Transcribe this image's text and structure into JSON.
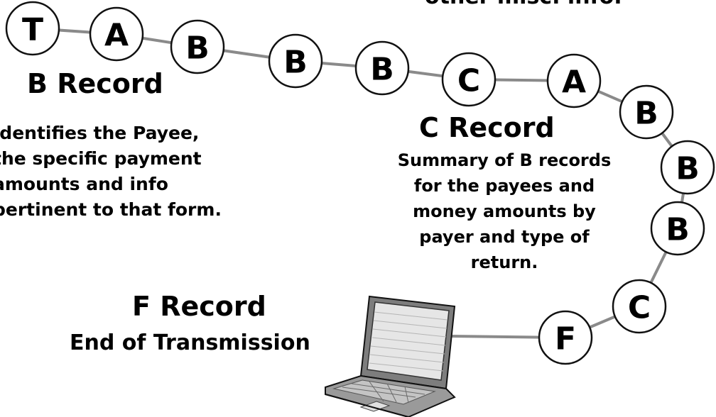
{
  "top_partial_text": "other misc. info.",
  "nodes": [
    {
      "id": "n1",
      "label": "T"
    },
    {
      "id": "n2",
      "label": "A"
    },
    {
      "id": "n3",
      "label": "B"
    },
    {
      "id": "n4",
      "label": "B"
    },
    {
      "id": "n5",
      "label": "B"
    },
    {
      "id": "n6",
      "label": "C"
    },
    {
      "id": "n7",
      "label": "A"
    },
    {
      "id": "n8",
      "label": "B"
    },
    {
      "id": "n9",
      "label": "B"
    },
    {
      "id": "n10",
      "label": "B"
    },
    {
      "id": "n11",
      "label": "C"
    },
    {
      "id": "n12",
      "label": "F"
    }
  ],
  "b_record": {
    "title": "B Record",
    "lines": [
      "Identifies the Payee,",
      "the specific payment",
      "amounts and info",
      "pertinent to that form."
    ]
  },
  "c_record": {
    "title": "C Record",
    "lines": [
      "Summary of B records",
      "for the payees and",
      "money amounts by",
      "payer and type of",
      "return."
    ]
  },
  "f_record": {
    "title": "F Record",
    "subtitle": "End of Transmission"
  },
  "colors": {
    "connector": "#8a8a8a",
    "node_fill": "#ffffff",
    "node_stroke": "#111111",
    "laptop_body": "#9a9a9a",
    "laptop_screen": "#e6e6e6"
  },
  "icons": [
    "laptop-icon"
  ]
}
